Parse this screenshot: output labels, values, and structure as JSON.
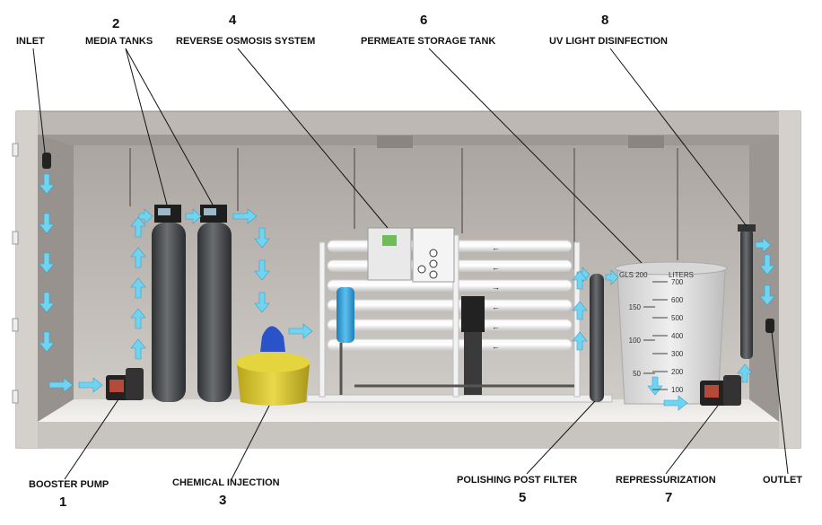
{
  "labels": {
    "inlet": "INLET",
    "media_tanks": "MEDIA TANKS",
    "ro_system": "REVERSE OSMOSIS SYSTEM",
    "permeate_tank": "PERMEATE STORAGE TANK",
    "uv": "UV LIGHT DISINFECTION",
    "booster_pump": "BOOSTER PUMP",
    "chemical_injection": "CHEMICAL INJECTION",
    "polishing_filter": "POLISHING POST FILTER",
    "repressurization": "REPRESSURIZATION",
    "outlet": "OUTLET"
  },
  "numbers": {
    "booster_pump": "1",
    "media_tanks": "2",
    "chemical_injection": "3",
    "ro_system": "4",
    "polishing_filter": "5",
    "permeate_tank": "6",
    "repressurization": "7",
    "uv": "8"
  },
  "tank_scale": {
    "liters_label": "LITERS",
    "gals_label": "GLS",
    "liters": [
      "700",
      "600",
      "500",
      "400",
      "300",
      "200",
      "100"
    ],
    "gals": [
      "200",
      "150",
      "100",
      "50"
    ]
  },
  "colors": {
    "container": "#b7b2ad",
    "arrow": "#6fd4f2",
    "tank": "#4a4d50",
    "chem": "#d8c52e",
    "ro_blue": "#3aa4d8"
  }
}
